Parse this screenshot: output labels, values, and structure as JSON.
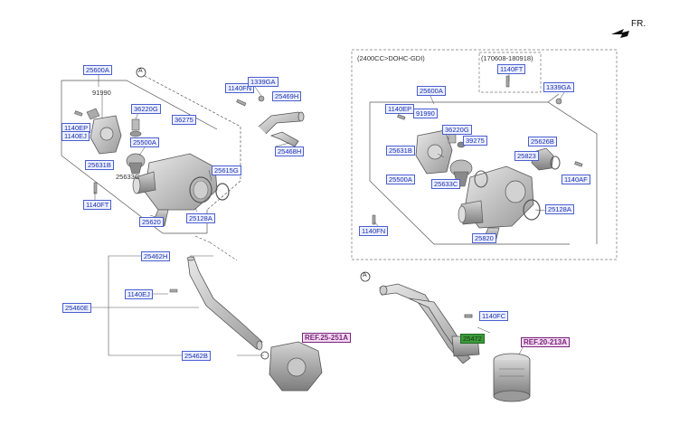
{
  "orientation": {
    "label": "FR."
  },
  "variant_box": {
    "title": "(2400CC>DOHC-GDI)",
    "date_range": "(170608-180918)"
  },
  "callouts": {
    "a_left": "A",
    "a_right": "A"
  },
  "left_assembly": {
    "parts": {
      "p25600A": "25600A",
      "p91990": "91990",
      "p1140EP": "1140EP",
      "p1140EJ_top": "1140EJ",
      "p25631B": "25631B",
      "p36220G": "36220G",
      "p36275": "36275",
      "p25500A": "25500A",
      "p25633C": "25633C",
      "p1140FN": "1140FN",
      "p1339GA": "1339GA",
      "p25469H": "25469H",
      "p25468H": "25468H",
      "p25615G": "25615G",
      "p1140FT": "1140FT",
      "p25620": "25620",
      "p25128A": "25128A"
    }
  },
  "right_assembly": {
    "parts": {
      "p1140FT": "1140FT",
      "p1339GA": "1339GA",
      "p25600A": "25600A",
      "p1140EP": "1140EP",
      "p91990": "91990",
      "p36220G": "36220G",
      "p39275": "39275",
      "p25631B": "25631B",
      "p25626B": "25626B",
      "p25823": "25823",
      "p25500A": "25500A",
      "p25633C": "25633C",
      "p1140AF": "1140AF",
      "p25128A": "25128A",
      "p1140FN": "1140FN",
      "p25820": "25820"
    }
  },
  "lower_left": {
    "parts": {
      "p25462H": "25462H",
      "p1140EJ": "1140EJ",
      "p25460E": "25460E",
      "p25462B": "25462B"
    },
    "ref": "REF.25-251A"
  },
  "lower_right": {
    "parts": {
      "p1140FC": "1140FC",
      "p25472": "25472"
    },
    "ref": "REF.20-213A"
  }
}
